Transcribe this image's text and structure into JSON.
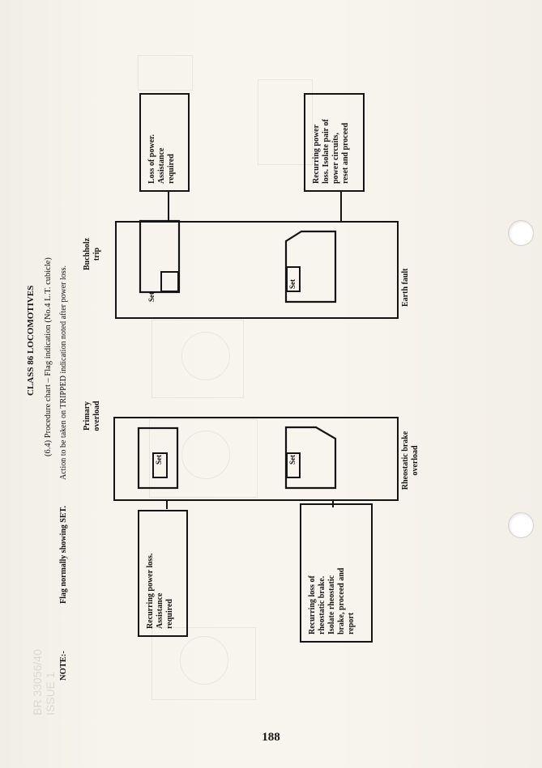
{
  "document": {
    "header": {
      "title": "CLASS 86 LOCOMOTIVES",
      "subtitle": "(6.4) Procedure chart – Flag indication (No.4 L.T. cubicle)",
      "note_label": "NOTE:-",
      "note_text_1": "Flag normally showing SET.",
      "note_text_2": "Action to be taken on TRIPPED indication noted after power loss."
    },
    "panels": [
      {
        "id": "left",
        "flag_top": {
          "label": "Primary overload",
          "flag_text": "Set"
        },
        "flag_bottom": {
          "label": "Rheostatic brake overload",
          "flag_text": "Set"
        },
        "action_top": [
          "Recurring power loss.",
          "Assistance",
          "required"
        ],
        "action_bottom": [
          "Recurring loss of",
          "rheostatic brake.",
          "Isolate rheostatic",
          "brake, proceed and",
          "report"
        ]
      },
      {
        "id": "right",
        "flag_top": {
          "label": "Buchholz trip",
          "flag_text": "Set"
        },
        "flag_bottom": {
          "label": "Earth fault",
          "flag_text": "Set"
        },
        "action_top": [
          "Loss of power.",
          "Assistance",
          "required"
        ],
        "action_bottom": [
          "Recurring power",
          "loss. Isolate pair of",
          "power circuits,",
          "reset and proceed"
        ]
      }
    ],
    "page_number": "188",
    "stamp": [
      "BR 33056/40",
      "ISSUE 1"
    ]
  }
}
